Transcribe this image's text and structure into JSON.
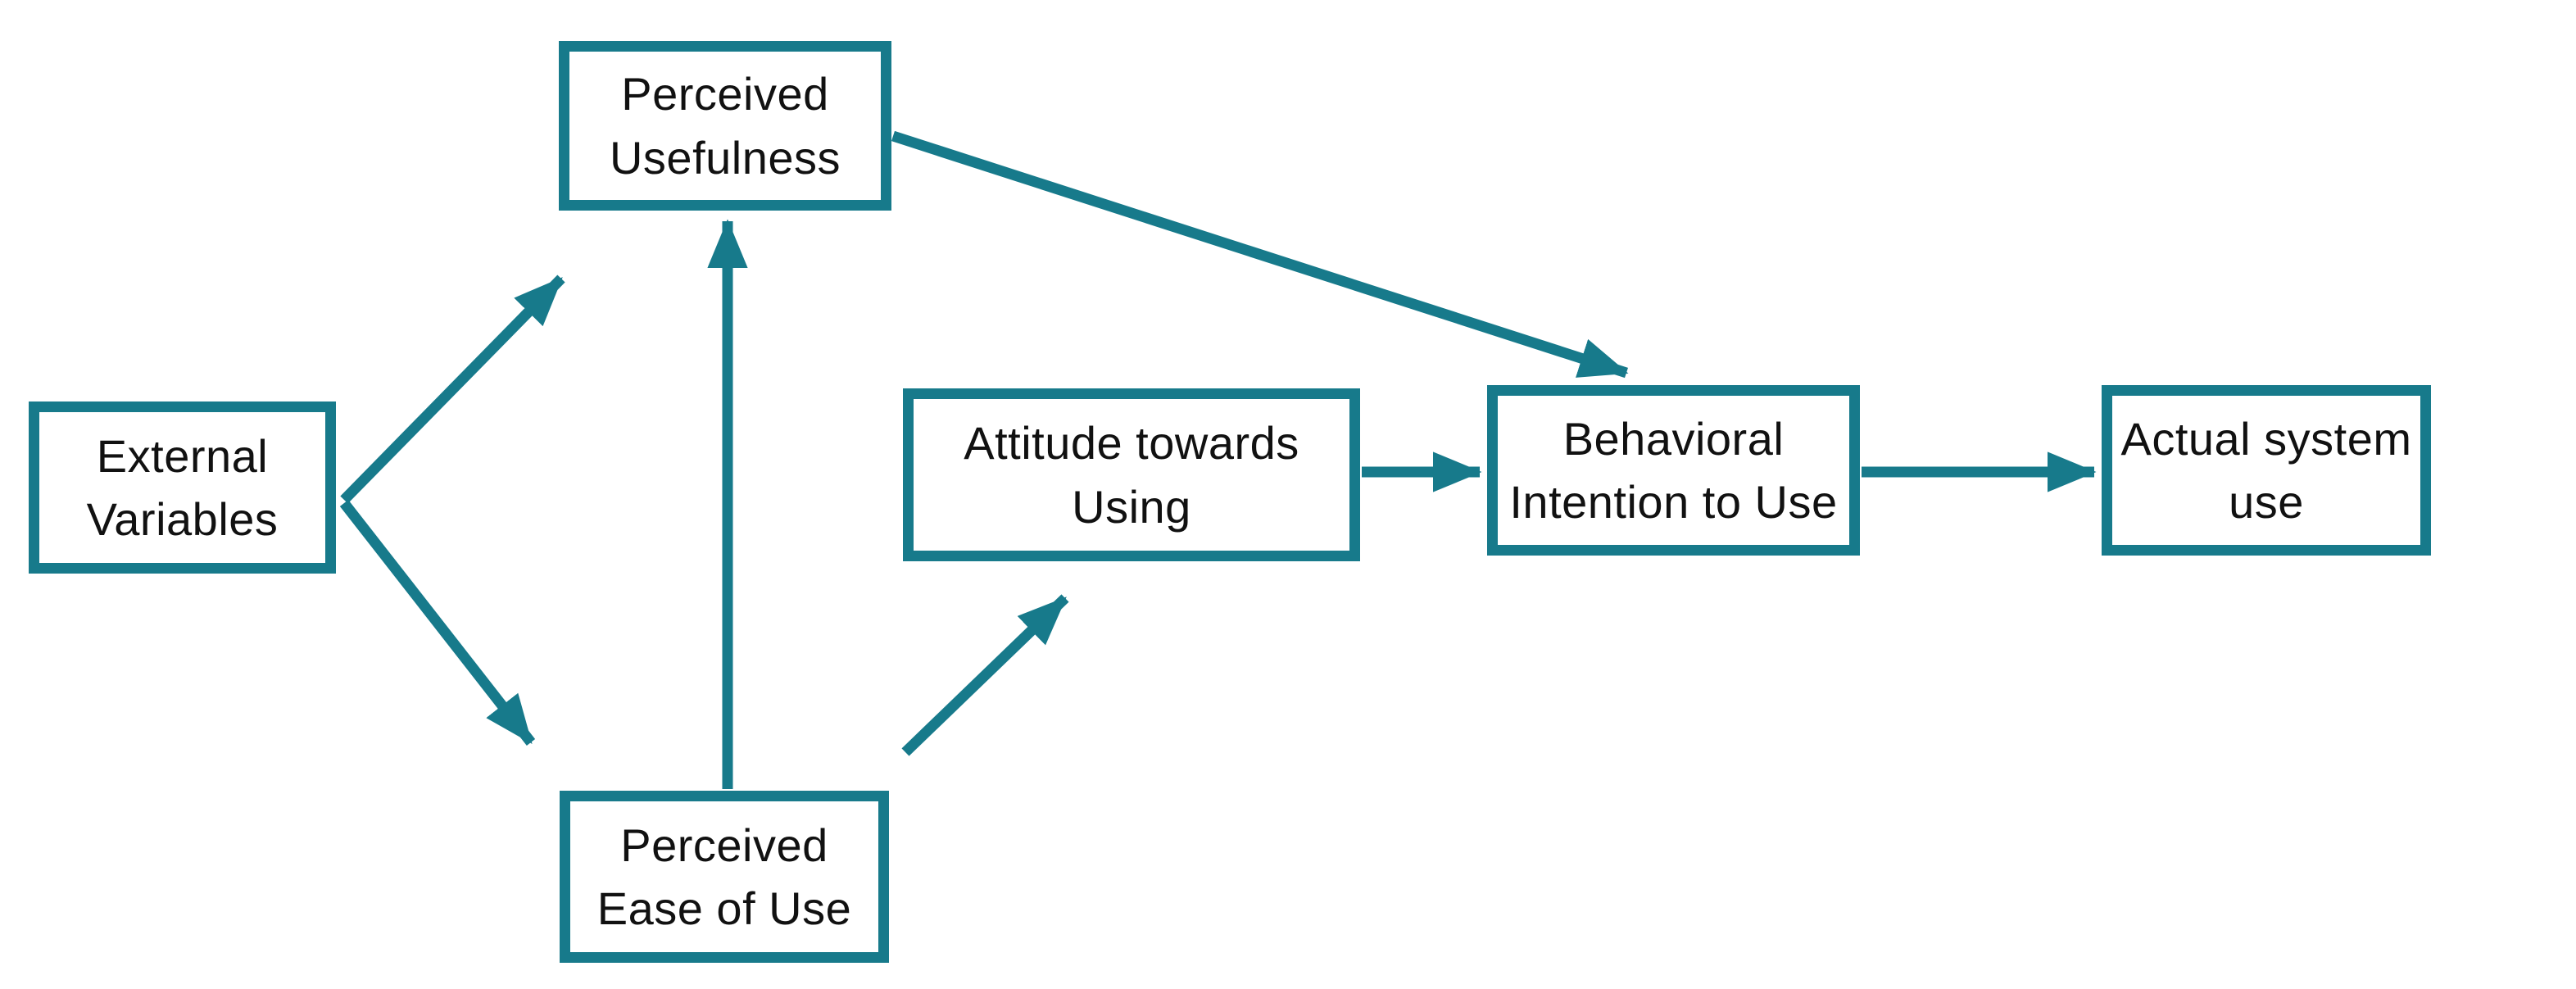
{
  "diagram": {
    "accent_color": "#177A8B",
    "background_color": "#FFFFFF",
    "text_color": "#111111",
    "nodes": [
      {
        "id": "external-variables",
        "label": "External\nVariables"
      },
      {
        "id": "perceived-usefulness",
        "label": "Perceived\nUsefulness"
      },
      {
        "id": "perceived-ease-of-use",
        "label": "Perceived\nEase of Use"
      },
      {
        "id": "attitude-towards-using",
        "label": "Attitude towards\nUsing"
      },
      {
        "id": "behavioral-intention-to-use",
        "label": "Behavioral\nIntention to Use"
      },
      {
        "id": "actual-system-use",
        "label": "Actual system\nuse"
      }
    ],
    "edges": [
      {
        "from": "external-variables",
        "to": "perceived-usefulness"
      },
      {
        "from": "external-variables",
        "to": "perceived-ease-of-use"
      },
      {
        "from": "perceived-ease-of-use",
        "to": "perceived-usefulness"
      },
      {
        "from": "perceived-ease-of-use",
        "to": "attitude-towards-using"
      },
      {
        "from": "perceived-usefulness",
        "to": "behavioral-intention-to-use"
      },
      {
        "from": "attitude-towards-using",
        "to": "behavioral-intention-to-use"
      },
      {
        "from": "behavioral-intention-to-use",
        "to": "actual-system-use"
      }
    ]
  }
}
